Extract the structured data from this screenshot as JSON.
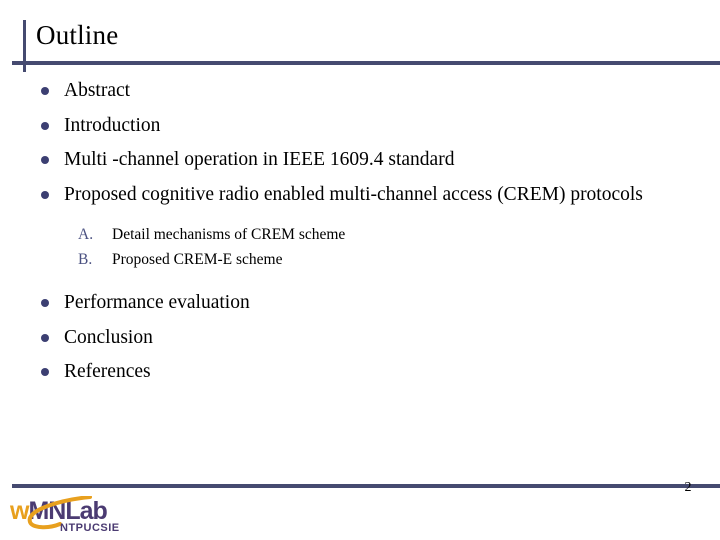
{
  "slide": {
    "title": "Outline",
    "page_number": "2",
    "accent_color": "#454a70",
    "bullet_color": "#3c3f72",
    "sub_marker_color": "#4a5080"
  },
  "outline": {
    "top_items": [
      {
        "text": "Abstract"
      },
      {
        "text": "Introduction"
      },
      {
        "text": "Multi -channel operation in IEEE 1609.4 standard"
      },
      {
        "text": "Proposed cognitive radio enabled multi-channel access (CREM) protocols"
      }
    ],
    "sub_items": [
      {
        "marker": "A.",
        "text": "Detail mechanisms of CREM scheme"
      },
      {
        "marker": "B.",
        "text": "Proposed CREM-E scheme"
      }
    ],
    "bottom_items": [
      {
        "text": "Performance evaluation"
      },
      {
        "text": "Conclusion"
      },
      {
        "text": "References"
      }
    ]
  },
  "logo": {
    "part_w": "w",
    "part_m": "M",
    "part_n": "N",
    "part_lab": "Lab",
    "subtitle": "NTPUCSIE",
    "orange": "#e8a01e",
    "purple": "#4b3b72"
  }
}
